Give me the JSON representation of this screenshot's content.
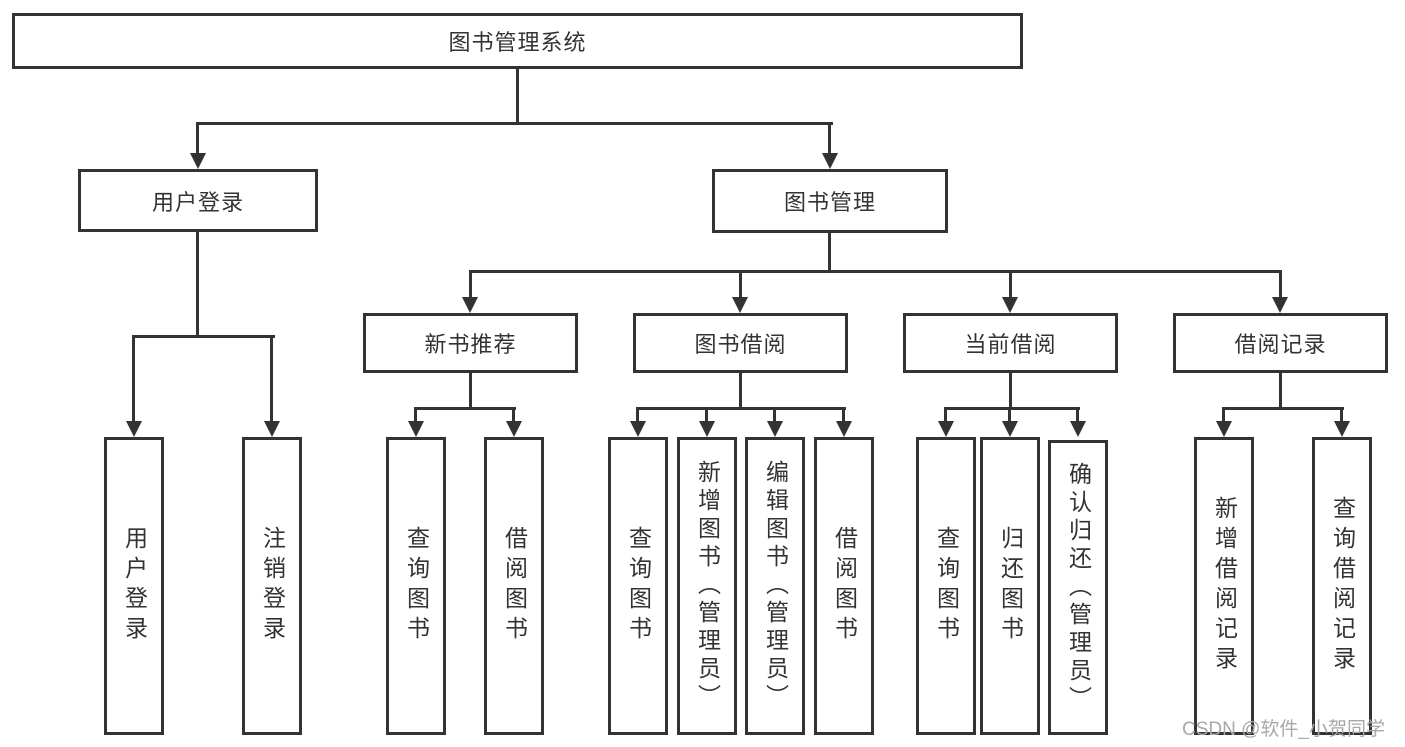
{
  "diagram": {
    "title": "图书管理系统",
    "root": {
      "label": "图书管理系统"
    },
    "branches": [
      {
        "label": "用户登录",
        "children": [
          {
            "label": "用户登录"
          },
          {
            "label": "注销登录"
          }
        ]
      },
      {
        "label": "图书管理",
        "children": [
          {
            "label": "新书推荐",
            "children": [
              {
                "label": "查询图书"
              },
              {
                "label": "借阅图书"
              }
            ]
          },
          {
            "label": "图书借阅",
            "children": [
              {
                "label": "查询图书"
              },
              {
                "label": "新增图书（管理员）"
              },
              {
                "label": "编辑图书（管理员）"
              },
              {
                "label": "借阅图书"
              }
            ]
          },
          {
            "label": "当前借阅",
            "children": [
              {
                "label": "查询图书"
              },
              {
                "label": "归还图书"
              },
              {
                "label": "确认归还（管理员）"
              }
            ]
          },
          {
            "label": "借阅记录",
            "children": [
              {
                "label": "新增借阅记录"
              },
              {
                "label": "查询借阅记录"
              }
            ]
          }
        ]
      }
    ]
  },
  "watermark": {
    "text": "CSDN @软件_小贺同学"
  },
  "colors": {
    "line": "#333333",
    "box_border": "#333333",
    "text": "#333333",
    "background": "#ffffff",
    "watermark": "#a8a8a8"
  }
}
